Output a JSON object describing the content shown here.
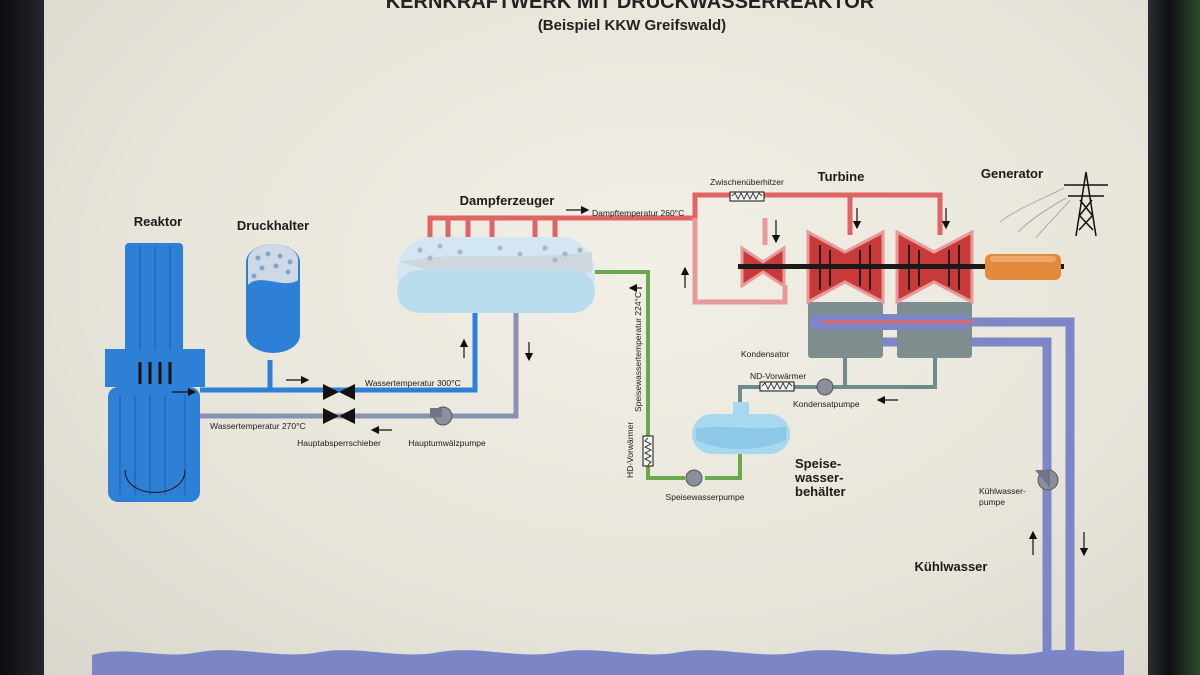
{
  "title": "KERNKRAFTWERK MIT DRUCKWASSERREAKTOR",
  "subtitle": "(Beispiel KKW Greifswald)",
  "components": {
    "reaktor": "Reaktor",
    "druckhalter": "Druckhalter",
    "dampferzeuger": "Dampferzeuger",
    "turbine": "Turbine",
    "generator": "Generator",
    "zwischenueberhitzer": "Zwischenüberhitzer",
    "kondensator": "Kondensator",
    "nd_vorwaermer": "ND-Vorwärmer",
    "kondensatpumpe": "Kondensatpumpe",
    "hd_vorwaermer": "HD-Vorwärmer",
    "speisewasserbehaelter_1": "Speise-",
    "speisewasserbehaelter_2": "wasser-",
    "speisewasserbehaelter_3": "behälter",
    "speisewasserpumpe": "Speisewasserpumpe",
    "kuehlwasserpumpe_1": "Kühlwasser-",
    "kuehlwasserpumpe_2": "pumpe",
    "kuehlwasser": "Kühlwasser",
    "hauptabsperrschieber": "Hauptabsperrschieber",
    "hauptumwaelzpumpe": "Hauptumwälzpumpe"
  },
  "labels": {
    "dampftemperatur": "Dampftemperatur 260°C",
    "wassertemperatur_300": "Wassertemperatur 300°C",
    "wassertemperatur_270": "Wassertemperatur 270°C",
    "speisewassertemperatur": "Speisewassertemperatur 224°C"
  },
  "colors": {
    "primary_hot": "#2e7fd6",
    "primary_cold": "#8c90b4",
    "steam": "#e06464",
    "feedwater": "#6aa84f",
    "condensate": "#6f8c8c",
    "cooling_water": "#7f86c8",
    "generator": "#e38a3d"
  }
}
